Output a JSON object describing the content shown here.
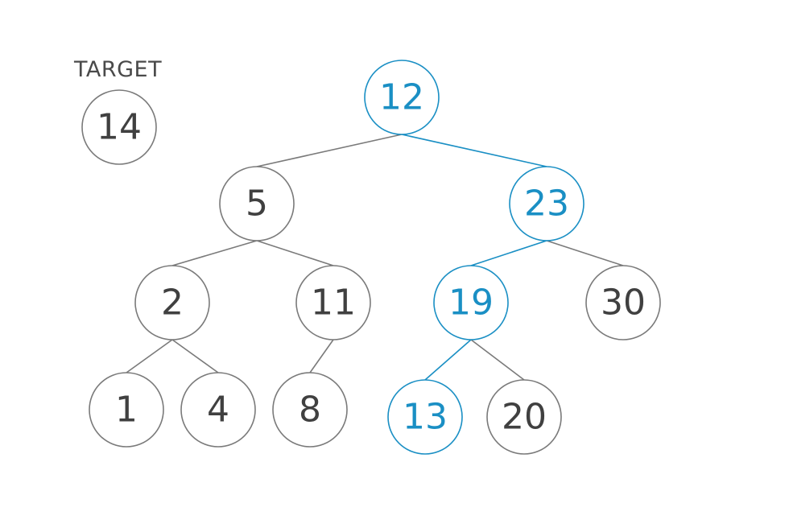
{
  "target": {
    "label": "TARGET",
    "value": "14"
  },
  "colors": {
    "default_stroke": "#7a7a7a",
    "default_text": "#404040",
    "highlight": "#1a8fc4"
  },
  "tree": {
    "nodes": [
      {
        "id": "n12",
        "value": "12",
        "highlighted": true
      },
      {
        "id": "n5",
        "value": "5",
        "highlighted": false
      },
      {
        "id": "n23",
        "value": "23",
        "highlighted": true
      },
      {
        "id": "n2",
        "value": "2",
        "highlighted": false
      },
      {
        "id": "n11",
        "value": "11",
        "highlighted": false
      },
      {
        "id": "n19",
        "value": "19",
        "highlighted": true
      },
      {
        "id": "n30",
        "value": "30",
        "highlighted": false
      },
      {
        "id": "n1",
        "value": "1",
        "highlighted": false
      },
      {
        "id": "n4",
        "value": "4",
        "highlighted": false
      },
      {
        "id": "n8",
        "value": "8",
        "highlighted": false
      },
      {
        "id": "n13",
        "value": "13",
        "highlighted": true
      },
      {
        "id": "n20",
        "value": "20",
        "highlighted": false
      }
    ],
    "edges": [
      {
        "from": "n12",
        "to": "n5",
        "highlighted": false
      },
      {
        "from": "n12",
        "to": "n23",
        "highlighted": true
      },
      {
        "from": "n5",
        "to": "n2",
        "highlighted": false
      },
      {
        "from": "n5",
        "to": "n11",
        "highlighted": false
      },
      {
        "from": "n23",
        "to": "n19",
        "highlighted": true
      },
      {
        "from": "n23",
        "to": "n30",
        "highlighted": false
      },
      {
        "from": "n2",
        "to": "n1",
        "highlighted": false
      },
      {
        "from": "n2",
        "to": "n4",
        "highlighted": false
      },
      {
        "from": "n11",
        "to": "n8",
        "highlighted": false
      },
      {
        "from": "n19",
        "to": "n13",
        "highlighted": true
      },
      {
        "from": "n19",
        "to": "n20",
        "highlighted": false
      }
    ]
  }
}
